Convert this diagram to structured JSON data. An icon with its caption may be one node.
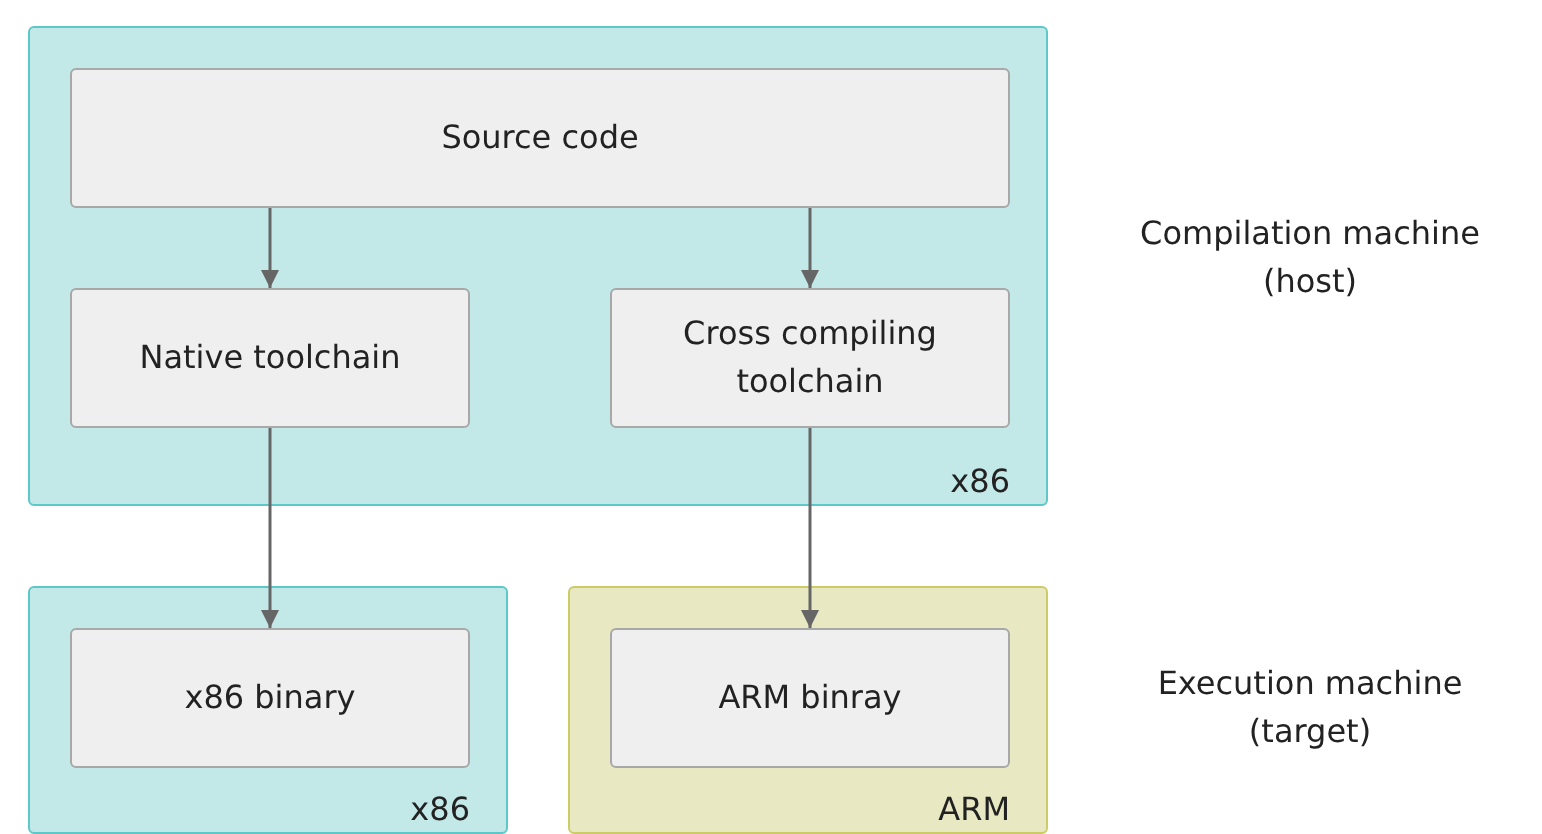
{
  "diagram": {
    "nodes": [
      {
        "text": [
          "x86"
        ]
      },
      {
        "text": [
          "Source code"
        ],
        "in": 0
      },
      {
        "text": [
          "Native toolchain"
        ],
        "in": 0
      },
      {
        "text": [
          "Cross compiling toolchain"
        ],
        "in": 0
      },
      {
        "text": [
          "x86"
        ]
      },
      {
        "text": [
          "x86 binary"
        ],
        "in": 4
      },
      {
        "text": [
          "ARM"
        ]
      },
      {
        "text": [
          "ARM binray"
        ],
        "in": 6
      }
    ],
    "edges": [
      {
        "from": 1,
        "to": 2,
        "arrow": "to"
      },
      {
        "from": 1,
        "to": 3,
        "arrow": "to"
      },
      {
        "from": 2,
        "to": 5,
        "arrow": "to"
      },
      {
        "from": 3,
        "to": 7,
        "arrow": "to"
      }
    ],
    "labels": [
      "Compilation machine (host)",
      "Execution machine (target)"
    ]
  }
}
